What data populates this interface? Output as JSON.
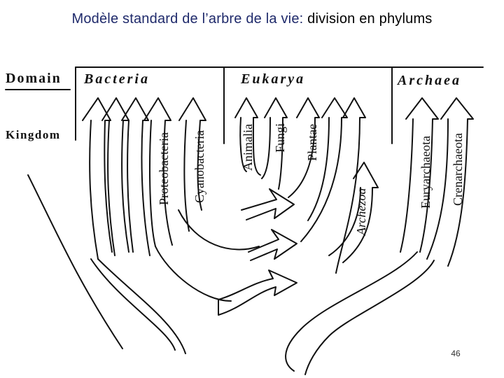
{
  "slide": {
    "title_main": "Modèle standard de l’arbre de la vie:",
    "title_rest": "division en phylums",
    "page_number": "46"
  },
  "diagram": {
    "row_labels": {
      "domain": "Domain",
      "kingdom": "Kingdom"
    },
    "domains": {
      "bacteria": "Bacteria",
      "eukarya": "Eukarya",
      "archaea": "Archaea"
    },
    "kingdoms": {
      "proteobacteria": "Proteobacteria",
      "cyanobacteria": "Cyanobacteria",
      "animalia": "Animalia",
      "fungi": "Fungi",
      "plantae": "Plantae",
      "archezoa": "Archezoa",
      "euryarchaeota": "Euryarchaeota",
      "crenarchaeota": "Crenarchaeota"
    },
    "colors": {
      "line": "#111111",
      "title_accent": "#1f2a6b"
    }
  }
}
